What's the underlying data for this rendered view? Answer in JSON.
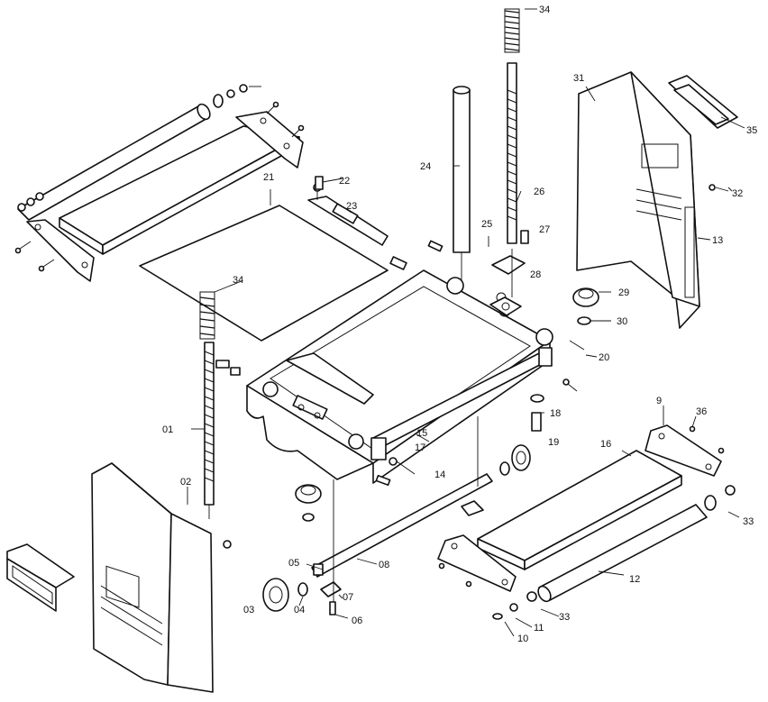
{
  "callouts": {
    "c01": "01",
    "c02": "02",
    "c03": "03",
    "c04": "04",
    "c05": "05",
    "c06": "06",
    "c07": "07",
    "c08": "08",
    "c9": "9",
    "c10": "10",
    "c11": "11",
    "c12": "12",
    "c13": "13",
    "c14": "14",
    "c15": "15",
    "c16": "16",
    "c17": "17",
    "c18": "18",
    "c19": "19",
    "c20": "20",
    "c21": "21",
    "c22": "22",
    "c23": "23",
    "c24": "24",
    "c25": "25",
    "c26": "26",
    "c27": "27",
    "c28": "28",
    "c29": "29",
    "c30": "30",
    "c31": "31",
    "c32": "32",
    "c33a": "33",
    "c33b": "33",
    "c34a": "34",
    "c34b": "34",
    "c35": "35",
    "c36": "36"
  }
}
